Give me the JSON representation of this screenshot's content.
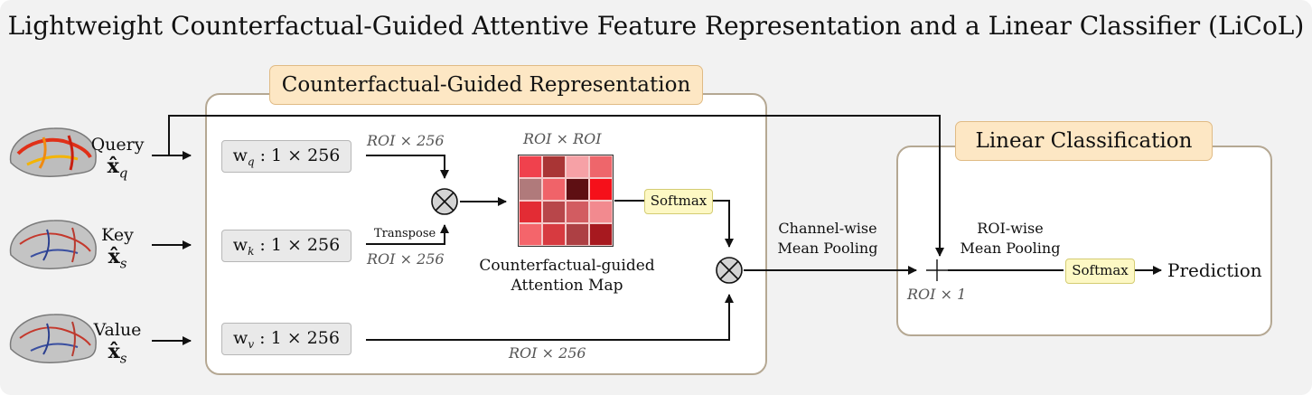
{
  "title": "Lightweight Counterfactual-Guided Attentive Feature Representation and a Linear Classifier (LiCoL)",
  "sections": {
    "representation": "Counterfactual-Guided Representation",
    "classification": "Linear Classification"
  },
  "inputs": [
    {
      "name": "Query",
      "vector": "x̂",
      "sub": "q"
    },
    {
      "name": "Key",
      "vector": "x̂",
      "sub": "s"
    },
    {
      "name": "Value",
      "vector": "x̂",
      "sub": "s"
    }
  ],
  "weights": [
    {
      "w": "w",
      "sub": "q",
      "dims": " : 1 × 256"
    },
    {
      "w": "w",
      "sub": "k",
      "dims": " : 1 × 256"
    },
    {
      "w": "w",
      "sub": "v",
      "dims": " : 1 × 256"
    }
  ],
  "dims": {
    "q_out": "ROI × 256",
    "k_out": "ROI × 256",
    "v_out": "ROI × 256",
    "attn": "ROI × ROI",
    "pooled": "ROI × 1"
  },
  "labels": {
    "transpose": "Transpose",
    "softmax1": "Softmax",
    "softmax2": "Softmax",
    "attn_map_line1": "Counterfactual-guided",
    "attn_map_line2": "Attention Map",
    "channel_pool_line1": "Channel-wise",
    "channel_pool_line2": "Mean Pooling",
    "roi_pool_line1": "ROI-wise",
    "roi_pool_line2": "Mean Pooling",
    "prediction": "Prediction"
  },
  "colors": {
    "panel_border": "#b5a893",
    "tag_fill": "#fde7c4",
    "softmax_fill": "#fdf8c4",
    "weight_fill": "#e9e9e9"
  },
  "icons": [
    "brain-query-icon",
    "brain-key-icon",
    "brain-value-icon",
    "multiply-icon",
    "sum-icon"
  ],
  "attention_map": [
    [
      "#f0414d",
      "#a93535",
      "#f6a1a6",
      "#ee666b"
    ],
    [
      "#b07a7b",
      "#f06369",
      "#5e0f13",
      "#f5101a"
    ],
    [
      "#e32c34",
      "#b8464a",
      "#d25c61",
      "#f28a8f"
    ],
    [
      "#f4656b",
      "#d73a40",
      "#ad4044",
      "#a7191f"
    ]
  ]
}
